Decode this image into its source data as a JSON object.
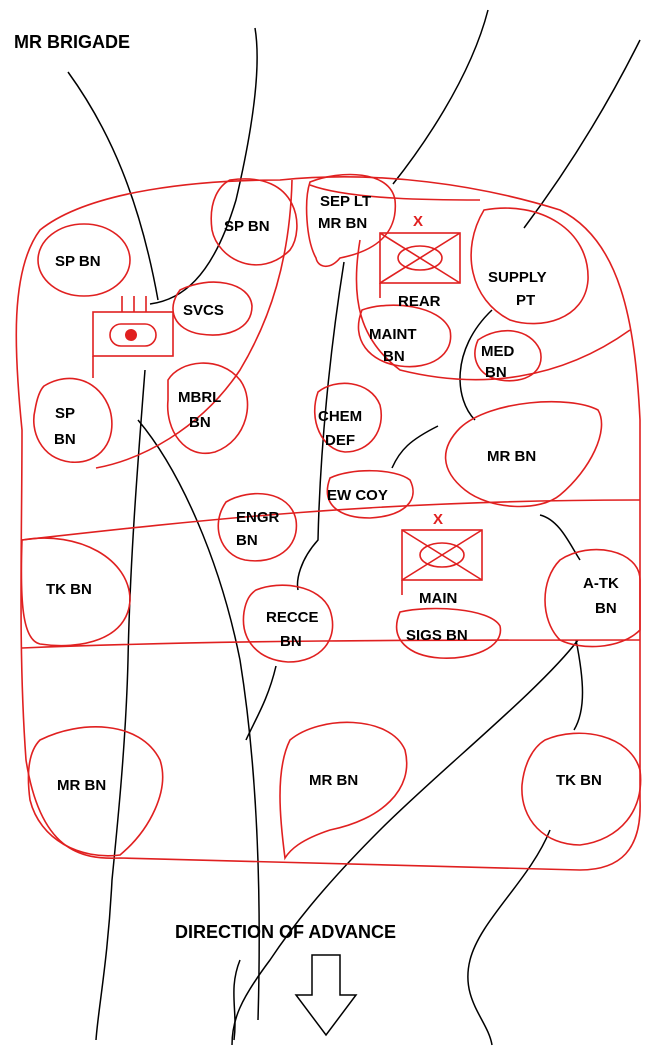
{
  "title": "MR BRIGADE",
  "caption": "DIRECTION OF ADVANCE",
  "units": {
    "sp_bn_top_left": "SP BN",
    "sp_bn_top": "SP BN",
    "sep_lt_mr_bn": [
      "SEP LT",
      "MR BN"
    ],
    "rear_hq_mark": "X",
    "rear_hq": "REAR",
    "supply_pt": [
      "SUPPLY",
      "PT"
    ],
    "svcs": "SVCS",
    "maint_bn": [
      "MAINT",
      "BN"
    ],
    "med_bn": [
      "MED",
      "BN"
    ],
    "sp_bn_left": [
      "SP",
      "BN"
    ],
    "mbrl_bn": [
      "MBRL",
      "BN"
    ],
    "chem_def": [
      "CHEM",
      "DEF"
    ],
    "mr_bn_right": "MR BN",
    "ew_coy": "EW COY",
    "engr_bn": [
      "ENGR",
      "BN"
    ],
    "main_hq_mark": "X",
    "main_hq": "MAIN",
    "tk_bn_left": "TK BN",
    "recce_bn": [
      "RECCE",
      "BN"
    ],
    "sigs_bn": "SIGS BN",
    "a_tk_bn": [
      "A-TK",
      "BN"
    ],
    "mr_bn_bottom_left": "MR BN",
    "mr_bn_bottom_center": "MR BN",
    "tk_bn_bottom_right": "TK BN"
  },
  "colors": {
    "unit_outline": "#e02020",
    "route_line": "#000000",
    "command_post_dot": "#e02020"
  }
}
